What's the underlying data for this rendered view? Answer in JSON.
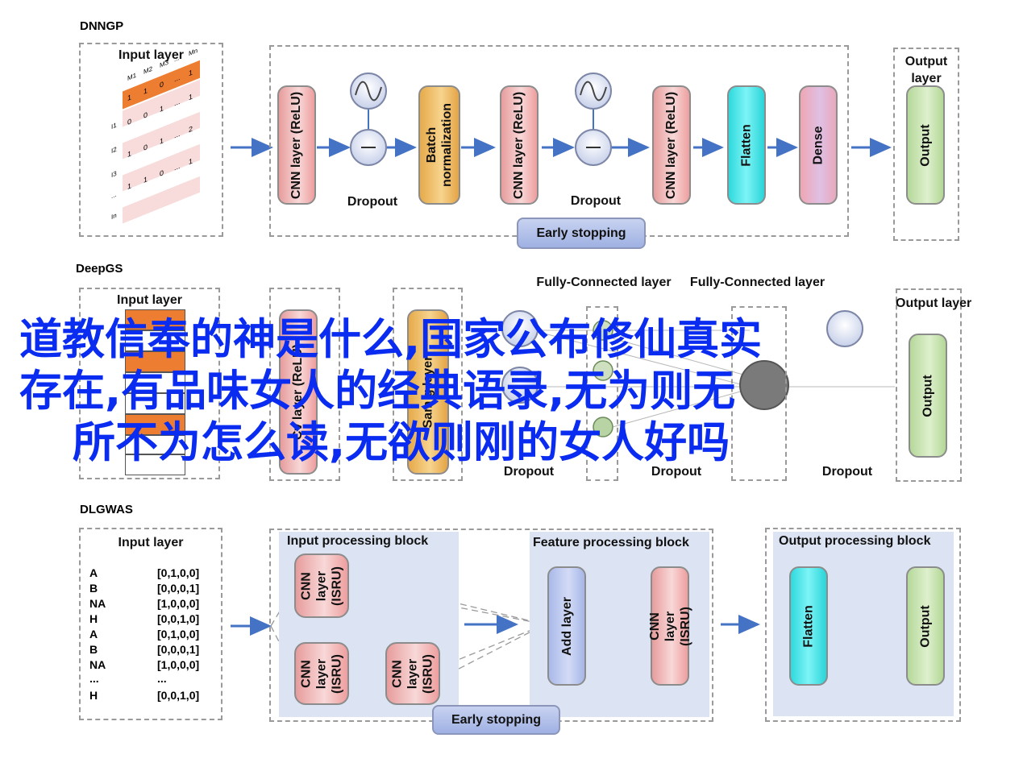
{
  "sections": {
    "dnngp": "DNNGP",
    "deepgs": "DeepGS",
    "dlgwas": "DLGWAS"
  },
  "labels": {
    "input_layer": "Input layer",
    "output_layer": "Output layer",
    "output": "Output",
    "dropout": "Dropout",
    "early_stopping": "Early stopping",
    "fc_layer": "Fully-Connected layer",
    "cnn_relu": "CNN layer (ReLU)",
    "batch_norm": "Batch normalization",
    "flatten": "Flatten",
    "dense": "Dense",
    "cnn_isru": "CNN layer (ISRU)",
    "add_layer": "Add layer",
    "conv_layer_partial": "Cv layer (ReLU)",
    "sampling_layer_partial": "Sam g layer",
    "input_processing_block": "Input processing block",
    "feature_processing_block": "Feature processing block",
    "output_processing_block": "Output processing block"
  },
  "dnngp_matrix": {
    "col_headers": [
      "M1",
      "M2",
      "M3",
      "...",
      "Mn"
    ],
    "row_headers": [
      "I1",
      "I2",
      "I3",
      "...",
      "In"
    ],
    "cells": [
      "1",
      "1",
      "0",
      "...",
      "1",
      "0",
      "0",
      "1",
      "...",
      "1",
      "1",
      "0",
      "1",
      "...",
      "2",
      "1",
      "1",
      "0",
      "...",
      "1"
    ]
  },
  "dlgwas_encoding": [
    {
      "allele": "A",
      "code": "[0,1,0,0]"
    },
    {
      "allele": "B",
      "code": "[0,0,0,1]"
    },
    {
      "allele": "NA",
      "code": "[1,0,0,0]"
    },
    {
      "allele": "H",
      "code": "[0,0,1,0]"
    },
    {
      "allele": "A",
      "code": "[0,1,0,0]"
    },
    {
      "allele": "B",
      "code": "[0,0,0,1]"
    },
    {
      "allele": "NA",
      "code": "[1,0,0,0]"
    },
    {
      "allele": "...",
      "code": "..."
    },
    {
      "allele": "H",
      "code": "[0,0,1,0]"
    }
  ],
  "overlay_text": {
    "line1": "道教信奉的神是什么,国家公布修仙真实",
    "line2": "存在,有品味女人的经典语录,无为则无",
    "line3": "所不为怎么读,无欲则刚的女人好吗"
  },
  "colors": {
    "arrow": "#4472c4",
    "overlay_text": "#0a2cf0",
    "block_bg": "#dce4f3"
  }
}
